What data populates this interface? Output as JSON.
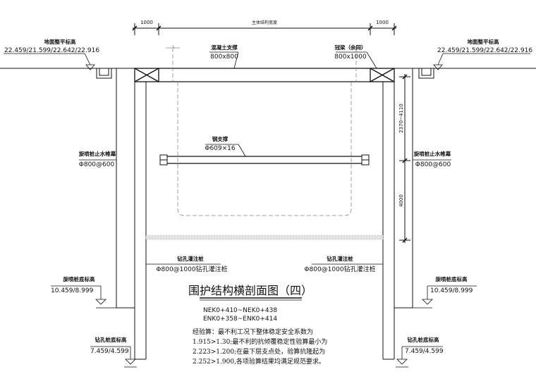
{
  "dims": {
    "left_width": "1000",
    "middle_width": "主体结构宽度",
    "right_width": "1000",
    "upper_span": "2370~4110",
    "lower_span": "4000"
  },
  "ground_left": {
    "label": "地面整平标高",
    "value": "22.459/21.599/22.642/22.916"
  },
  "ground_right": {
    "label": "地面整平标高",
    "value": "22.459/21.599/22.642/22.916"
  },
  "strut_concrete": {
    "label": "混凝土支撑",
    "size": "800x800"
  },
  "strut_beam": {
    "label": "冠梁（余同）",
    "size": "800x1000"
  },
  "strut_steel": {
    "label": "钢支撑",
    "size": "Φ609×16"
  },
  "jet_left": {
    "label": "旋喷桩止水帷幕",
    "spec": "Φ800@600"
  },
  "jet_right": {
    "label": "旋喷桩止水帷幕",
    "spec": "Φ800@600"
  },
  "pile_left": {
    "label": "钻孔灌注桩",
    "spec": "Φ800@1000钻孔灌注桩"
  },
  "pile_right": {
    "label": "钻孔灌注桩",
    "spec": "Φ800@1000钻孔灌注桩"
  },
  "jet_bottom_left": {
    "label": "旋喷桩底标高",
    "value": "10.459/8.999"
  },
  "jet_bottom_right": {
    "label": "旋喷桩底标高",
    "value": "10.459/8.999"
  },
  "pile_bottom_left": {
    "label": "钻孔桩底标高",
    "value": "7.459/4.599"
  },
  "pile_bottom_right": {
    "label": "钻孔桩底标高",
    "value": "7.459/4.599"
  },
  "title": "围护结构横剖面图（四）",
  "chainage_1": "NEK0+410~NEK0+438",
  "chainage_2": "ENK0+358~ENK0+414",
  "notes": [
    "经验算：最不利工况下整体稳定安全系数为",
    "1.915>1.30;最不利的抗倾覆稳定性验算最小为",
    "2.223>1.200;在最下层支点处，验算抗隆起为",
    "2.252>1.900,各项验算结果均满足规范要求。"
  ]
}
